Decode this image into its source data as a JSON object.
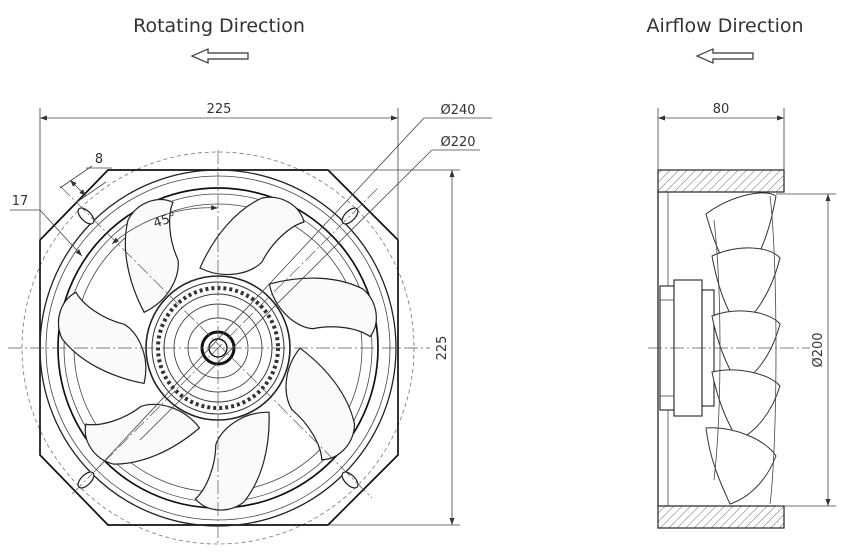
{
  "front_view": {
    "title": "Rotating Direction",
    "dim_width": "225",
    "dim_height": "225",
    "dim_outer_dia": "Ø240",
    "dim_hole_dia": "Ø220",
    "dim_flange": "8",
    "dim_hole_edge": "17",
    "angle": "45°"
  },
  "side_view": {
    "title": "Airflow Direction",
    "dim_depth": "80",
    "dim_impeller_dia": "Ø200"
  }
}
